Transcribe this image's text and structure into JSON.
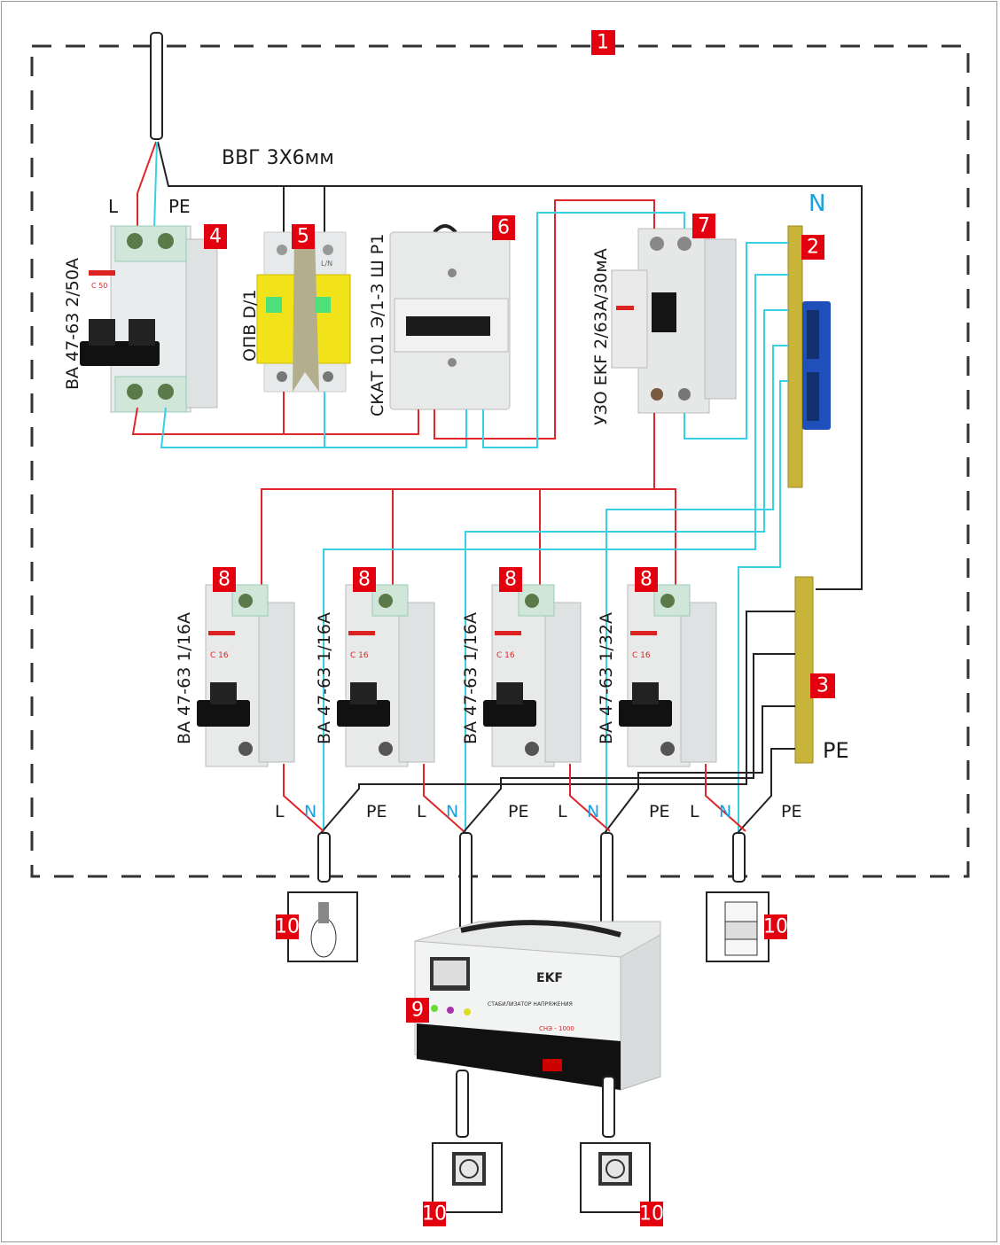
{
  "diagram": {
    "title_badge": "1",
    "cable_label": "ВВГ 3Х6мм",
    "input_labels": {
      "l": "L",
      "n": "N",
      "pe": "PE"
    },
    "colors": {
      "phase": "#e0262b",
      "neutral": "#37d0e6",
      "ground": "#222222",
      "badge": "#e3000f",
      "neutral_text": "#1aa0df",
      "busbar": "#c9b43a",
      "busbar_clip": "#1f4fb8"
    },
    "components": [
      {
        "badge": "4",
        "label": "ВА 47-63 2/50А",
        "type": "main-breaker",
        "face": "C 50"
      },
      {
        "badge": "5",
        "label": "ОПВ  D/1",
        "type": "surge-arrester",
        "terminal": "L/N"
      },
      {
        "badge": "6",
        "label": "СКАТ 101 Э/1-3 Ш Р1",
        "type": "energy-meter"
      },
      {
        "badge": "7",
        "label": "УЗО EKF 2/63А/30мА",
        "type": "rcd"
      },
      {
        "badge": "2",
        "label": "N",
        "type": "neutral-busbar"
      },
      {
        "badge": "3",
        "label": "PE",
        "type": "ground-busbar"
      }
    ],
    "branch_breakers": [
      {
        "badge": "8",
        "label": "ВА 47-63 1/16А",
        "face": "C 16"
      },
      {
        "badge": "8",
        "label": "ВА 47-63 1/16А",
        "face": "C 16"
      },
      {
        "badge": "8",
        "label": "ВА 47-63 1/16А",
        "face": "C 16"
      },
      {
        "badge": "8",
        "label": "ВА 47-63 1/32А",
        "face": "C 16"
      }
    ],
    "branch_wire_labels": {
      "l": "L",
      "n": "N",
      "pe": "PE"
    },
    "stabilizer": {
      "badge": "9",
      "brand": "EKF",
      "title": "СТАБИЛИЗАТОР НАПРЯЖЕНИЯ",
      "model": "СНЭ - 1000"
    },
    "loads": [
      {
        "badge": "10",
        "type": "lamp"
      },
      {
        "badge": "10",
        "type": "stove"
      },
      {
        "badge": "10",
        "type": "socket"
      },
      {
        "badge": "10",
        "type": "socket"
      }
    ]
  }
}
